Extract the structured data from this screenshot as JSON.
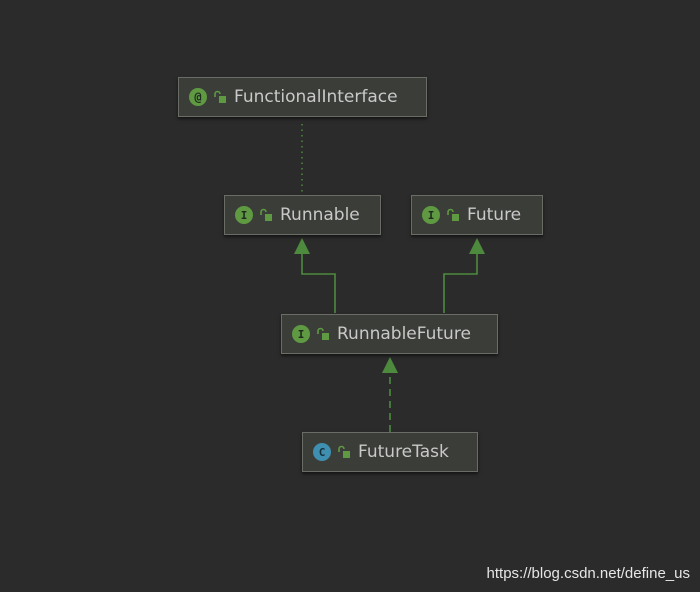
{
  "colors": {
    "background": "#2b2b2b",
    "node_fill": "#3b3d38",
    "node_border": "#6a6c66",
    "edge": "#4e8a3e",
    "interface_badge": "#5f9a43",
    "class_badge": "#3f8fb0",
    "label": "#c9c9c9"
  },
  "nodes": [
    {
      "id": "functionalinterface",
      "label": "FunctionalInterface",
      "kind": "@",
      "kind_type": "annotation",
      "icon": "annotation-icon"
    },
    {
      "id": "runnable",
      "label": "Runnable",
      "kind": "I",
      "kind_type": "interface",
      "icon": "interface-icon"
    },
    {
      "id": "future",
      "label": "Future",
      "kind": "I",
      "kind_type": "interface",
      "icon": "interface-icon"
    },
    {
      "id": "runnablefuture",
      "label": "RunnableFuture",
      "kind": "I",
      "kind_type": "interface",
      "icon": "interface-icon"
    },
    {
      "id": "futuretask",
      "label": "FutureTask",
      "kind": "C",
      "kind_type": "class",
      "icon": "class-icon"
    }
  ],
  "edges": [
    {
      "from": "runnable",
      "to": "functionalinterface",
      "style": "dotted"
    },
    {
      "from": "runnablefuture",
      "to": "runnable",
      "style": "solid"
    },
    {
      "from": "runnablefuture",
      "to": "future",
      "style": "solid"
    },
    {
      "from": "futuretask",
      "to": "runnablefuture",
      "style": "dashed"
    }
  ],
  "watermark": "https://blog.csdn.net/define_us"
}
